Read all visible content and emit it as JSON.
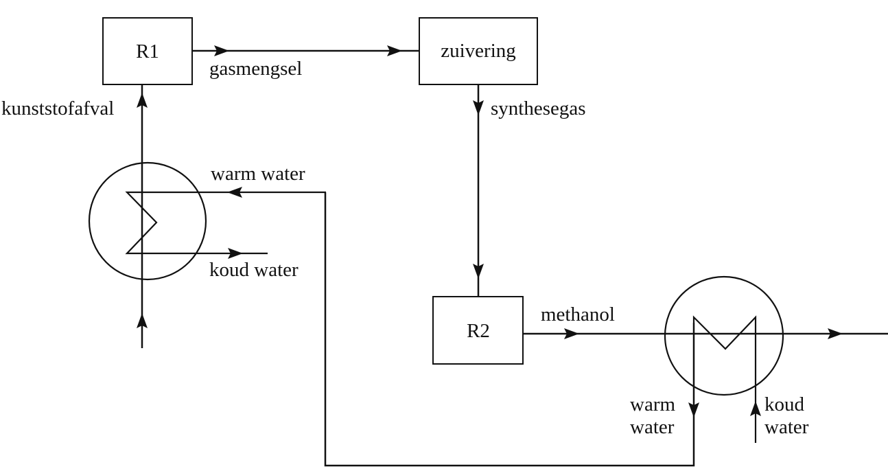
{
  "units": {
    "r1": "R1",
    "zuivering": "zuivering",
    "r2": "R2"
  },
  "streams": {
    "gasmengsel": "gasmengsel",
    "kunststofafval": "kunststofafval",
    "synthesegas": "synthesegas",
    "methanol": "methanol",
    "warm_water_top": "warm water",
    "koud_water_left": "koud water",
    "warm_water_bottom_line1": "warm",
    "warm_water_bottom_line2": "water",
    "koud_water_bottom_line1": "koud",
    "koud_water_bottom_line2": "water"
  },
  "colors": {
    "ink": "#111111",
    "background": "#ffffff"
  }
}
